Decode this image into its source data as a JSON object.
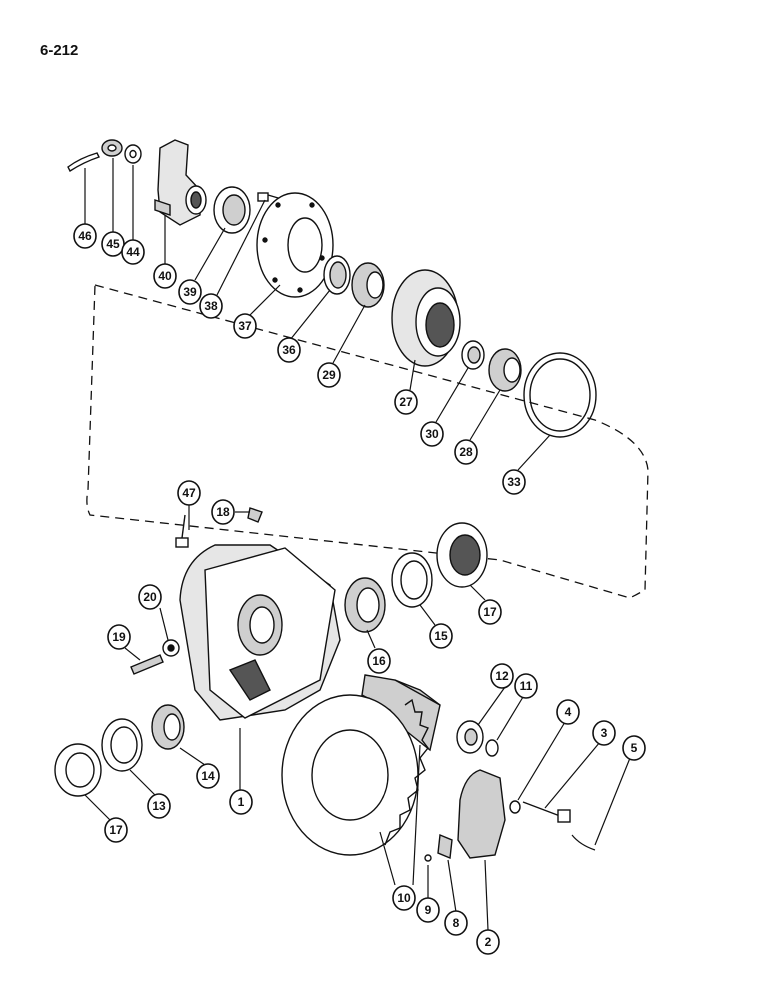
{
  "page_number": "6-212",
  "colors": {
    "ink": "#111111",
    "paper": "#ffffff",
    "shade": "#cfcfcf",
    "dark": "#555555"
  },
  "callouts": [
    {
      "id": "c46",
      "label": "46"
    },
    {
      "id": "c45",
      "label": "45"
    },
    {
      "id": "c44",
      "label": "44"
    },
    {
      "id": "c40",
      "label": "40"
    },
    {
      "id": "c39",
      "label": "39"
    },
    {
      "id": "c38",
      "label": "38"
    },
    {
      "id": "c37",
      "label": "37"
    },
    {
      "id": "c36",
      "label": "36"
    },
    {
      "id": "c29",
      "label": "29"
    },
    {
      "id": "c27",
      "label": "27"
    },
    {
      "id": "c30",
      "label": "30"
    },
    {
      "id": "c28",
      "label": "28"
    },
    {
      "id": "c33",
      "label": "33"
    },
    {
      "id": "c47",
      "label": "47"
    },
    {
      "id": "c18",
      "label": "18"
    },
    {
      "id": "c20",
      "label": "20"
    },
    {
      "id": "c19",
      "label": "19"
    },
    {
      "id": "c16",
      "label": "16"
    },
    {
      "id": "c15",
      "label": "15"
    },
    {
      "id": "c17a",
      "label": "17"
    },
    {
      "id": "c12",
      "label": "12"
    },
    {
      "id": "c11",
      "label": "11"
    },
    {
      "id": "c4",
      "label": "4"
    },
    {
      "id": "c3",
      "label": "3"
    },
    {
      "id": "c5",
      "label": "5"
    },
    {
      "id": "c14",
      "label": "14"
    },
    {
      "id": "c13",
      "label": "13"
    },
    {
      "id": "c17b",
      "label": "17"
    },
    {
      "id": "c1",
      "label": "1"
    },
    {
      "id": "c10",
      "label": "10"
    },
    {
      "id": "c9",
      "label": "9"
    },
    {
      "id": "c8",
      "label": "8"
    },
    {
      "id": "c2",
      "label": "2"
    }
  ]
}
